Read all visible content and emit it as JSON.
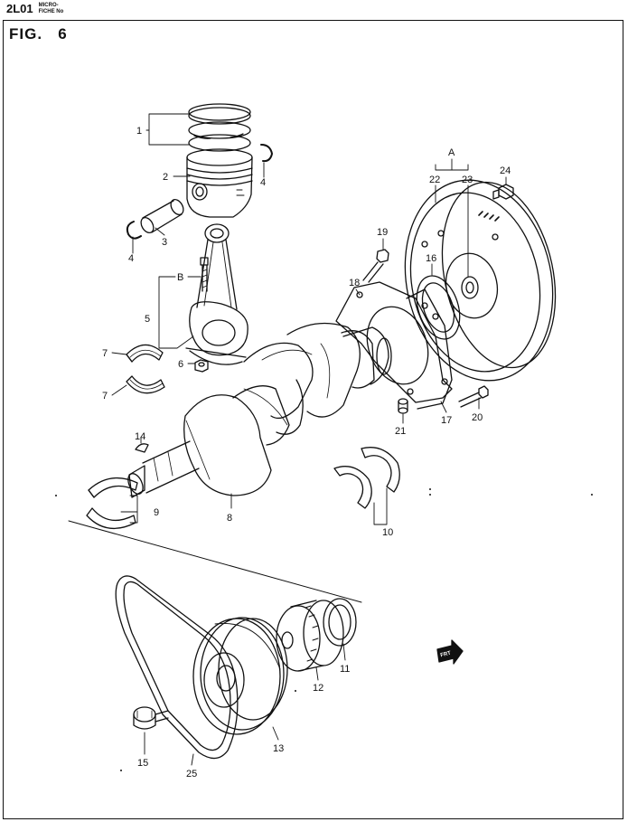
{
  "header": {
    "code": "2L01",
    "fiche_line1": "MICRO-",
    "fiche_line2": "FICHE No"
  },
  "figure": {
    "label": "FIG.",
    "number": "6"
  },
  "callouts": {
    "c1": "1",
    "c2": "2",
    "c3": "3",
    "c4a": "4",
    "c4b": "4",
    "c5": "5",
    "c6": "6",
    "c7a": "7",
    "c7b": "7",
    "c8": "8",
    "c9": "9",
    "c10": "10",
    "c11": "11",
    "c12": "12",
    "c13": "13",
    "c14": "14",
    "c15": "15",
    "c16": "16",
    "c17": "17",
    "c18": "18",
    "c19": "19",
    "c20": "20",
    "c21": "21",
    "c22": "22",
    "c23": "23",
    "c24": "24",
    "c25": "25",
    "cA": "A",
    "cB": "B"
  },
  "front_marker": "FRT"
}
